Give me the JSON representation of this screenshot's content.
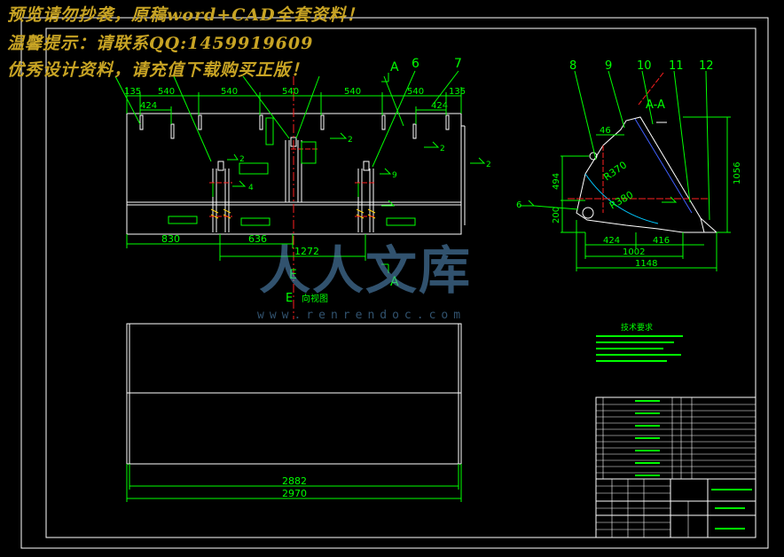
{
  "watermark": {
    "line1": "预览请勿抄袭，原稿word+CAD全套资料！",
    "line2": "温馨提示：请联系QQ:1459919609",
    "line3": "优秀设计资料，请充值下载购买正版！"
  },
  "brand": {
    "name": "人人文库",
    "site": "www.renrendoc.com"
  },
  "front_view": {
    "dims_top": [
      "135",
      "540",
      "540",
      "540",
      "540",
      "540",
      "135"
    ],
    "dim_424": "424",
    "dims_bottom": [
      "830",
      "636",
      "1272"
    ],
    "callouts": [
      "A",
      "6",
      "7"
    ],
    "section_label": "A",
    "section_bottom": "A",
    "view_label": "E"
  },
  "top_view": {
    "title_letter": "E",
    "title_text": "向视图",
    "dim_inner": "2882",
    "dim_outer": "2970"
  },
  "section_view": {
    "title": "A-A",
    "callouts": [
      "8",
      "9",
      "10",
      "11",
      "12"
    ],
    "dims": {
      "d46": "46",
      "d494": "494",
      "d200": "200",
      "d424": "424",
      "d416": "416",
      "d1002": "1002",
      "d1148": "1148",
      "d1056": "1056"
    },
    "radii": [
      "R370",
      "R380"
    ],
    "weld": "6"
  },
  "tech": {
    "title": "技术要求"
  },
  "colors": {
    "background": "#000000",
    "drawing": "#ffffff",
    "dimension": "#00ff00",
    "centerline": "#ff0000",
    "watermark": "#c8a424",
    "brand": "#5a96c8"
  }
}
